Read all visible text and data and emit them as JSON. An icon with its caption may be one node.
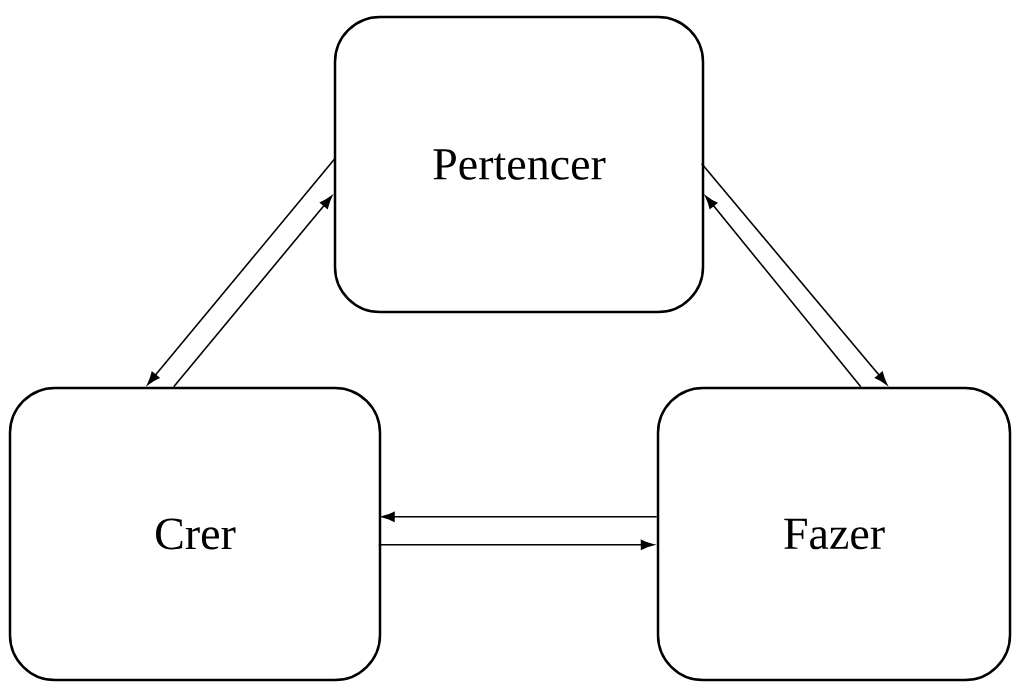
{
  "diagram": {
    "nodes": [
      {
        "text": [
          "Pertencer"
        ]
      },
      {
        "text": [
          "Crer"
        ]
      },
      {
        "text": [
          "Fazer"
        ]
      }
    ],
    "edges": [
      {
        "from": 0,
        "to": 1,
        "arrow": "to"
      },
      {
        "from": 1,
        "to": 0,
        "arrow": "to"
      },
      {
        "from": 0,
        "to": 2,
        "arrow": "to"
      },
      {
        "from": 2,
        "to": 0,
        "arrow": "to"
      },
      {
        "from": 2,
        "to": 1,
        "arrow": "to"
      },
      {
        "from": 1,
        "to": 2,
        "arrow": "to"
      }
    ]
  }
}
